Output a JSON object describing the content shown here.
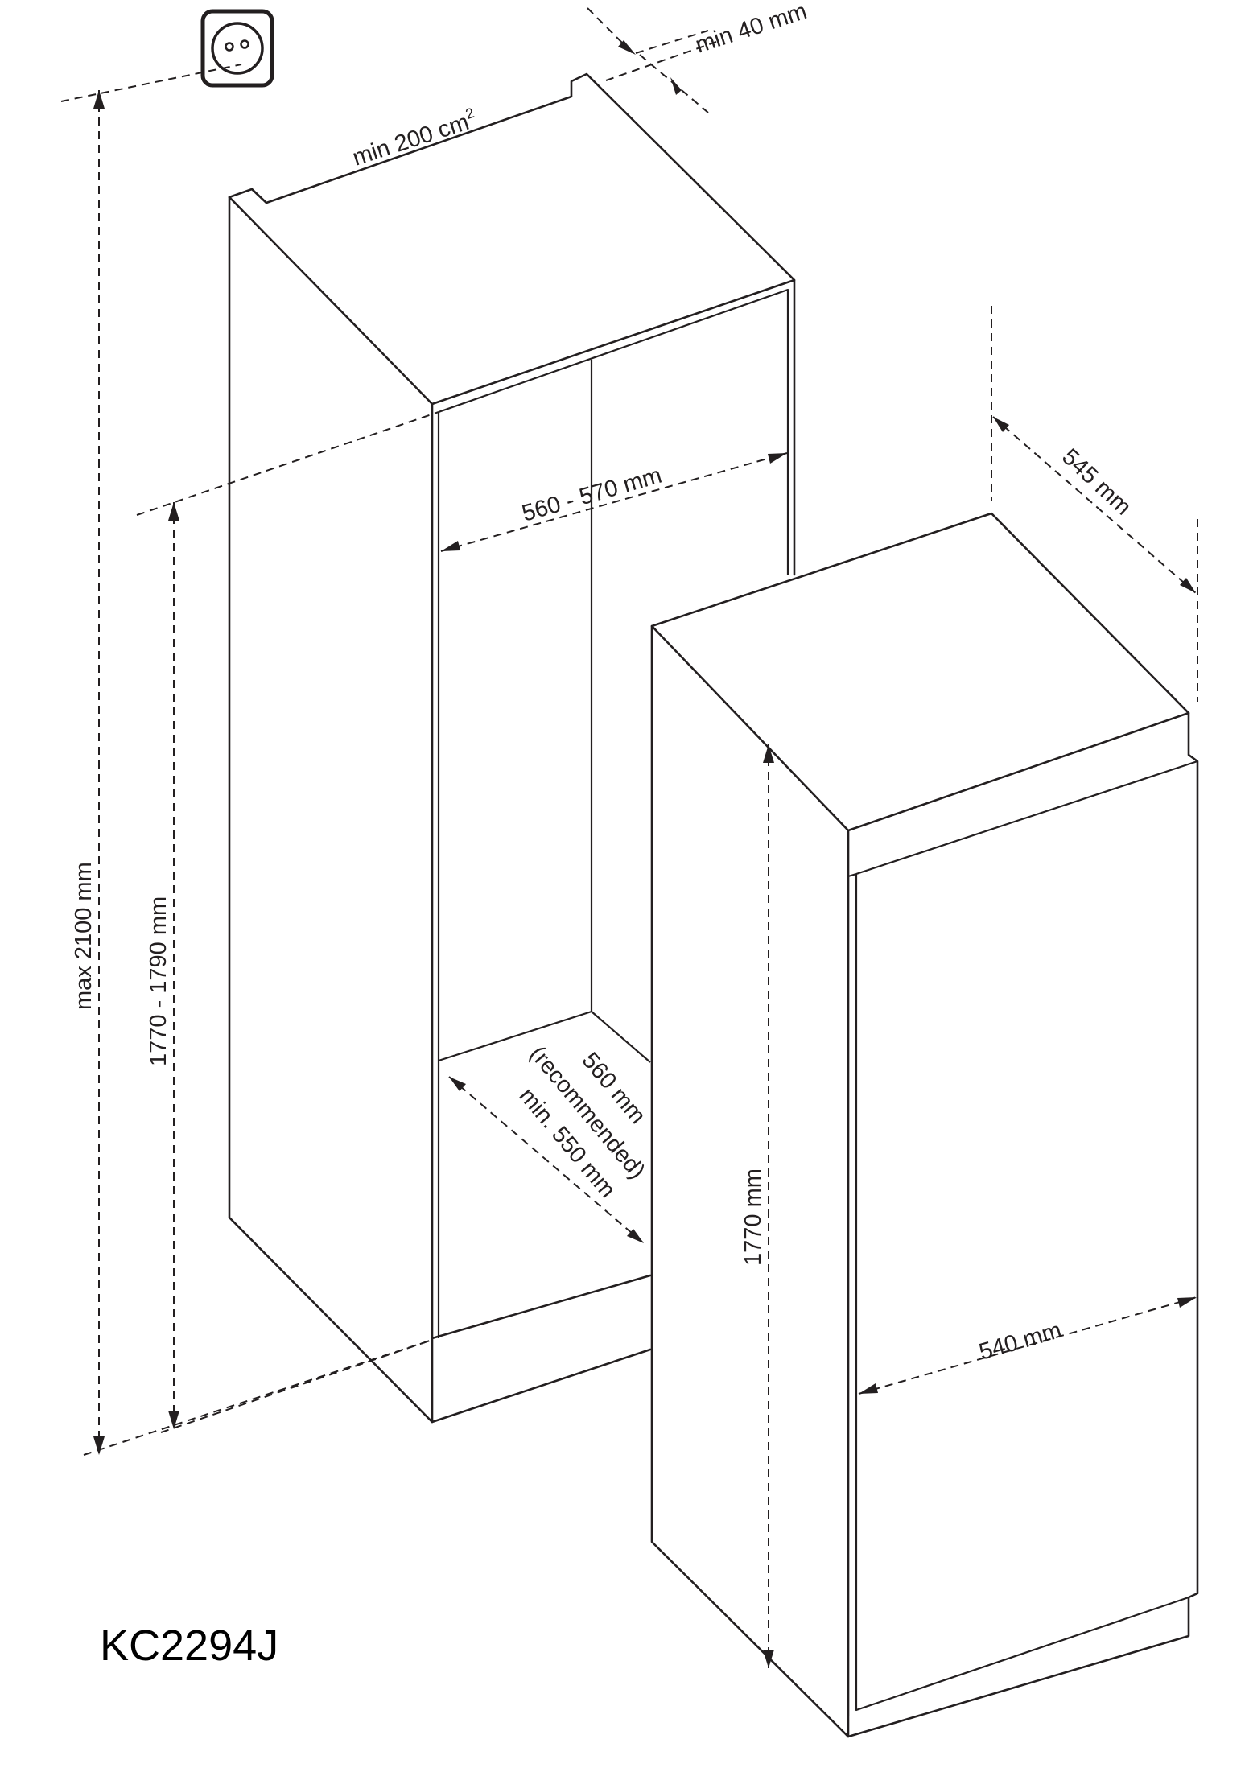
{
  "diagram": {
    "model": "KC2294J",
    "dimensions": {
      "vent_gap": "min 40 mm",
      "vent_area": "min 200 cm",
      "vent_area_sup": "2",
      "niche_width": "560 - 570 mm",
      "niche_height": "1770 - 1790 mm",
      "max_height": "max 2100 mm",
      "niche_depth_1": "560 mm",
      "niche_depth_2": "(recommended)",
      "niche_depth_3": "min. 550 mm",
      "appliance_depth": "545 mm",
      "appliance_height": "1770 mm",
      "appliance_width": "540 mm"
    },
    "icons": [
      "power-socket-icon"
    ],
    "colors": {
      "line": "#231f20",
      "background": "#ffffff"
    }
  }
}
